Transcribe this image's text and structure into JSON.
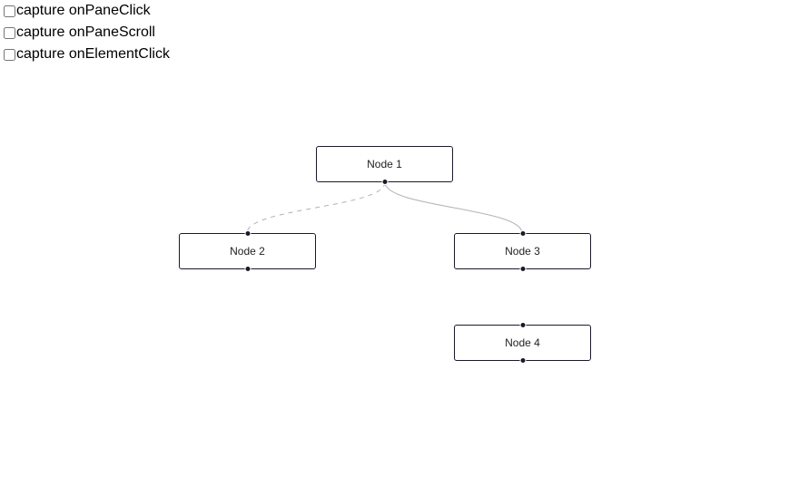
{
  "controls": [
    {
      "label": "capture onPaneClick",
      "checked": false
    },
    {
      "label": "capture onPaneScroll",
      "checked": false
    },
    {
      "label": "capture onElementClick",
      "checked": false
    }
  ],
  "nodes": [
    {
      "id": "1",
      "label": "Node 1"
    },
    {
      "id": "2",
      "label": "Node 2"
    },
    {
      "id": "3",
      "label": "Node 3"
    },
    {
      "id": "4",
      "label": "Node 4"
    }
  ],
  "edges": [
    {
      "source": "1",
      "target": "2",
      "style": "dashed"
    },
    {
      "source": "1",
      "target": "3",
      "style": "solid"
    }
  ],
  "colors": {
    "node_border": "#1a192b",
    "edge": "#b1b1b7"
  }
}
